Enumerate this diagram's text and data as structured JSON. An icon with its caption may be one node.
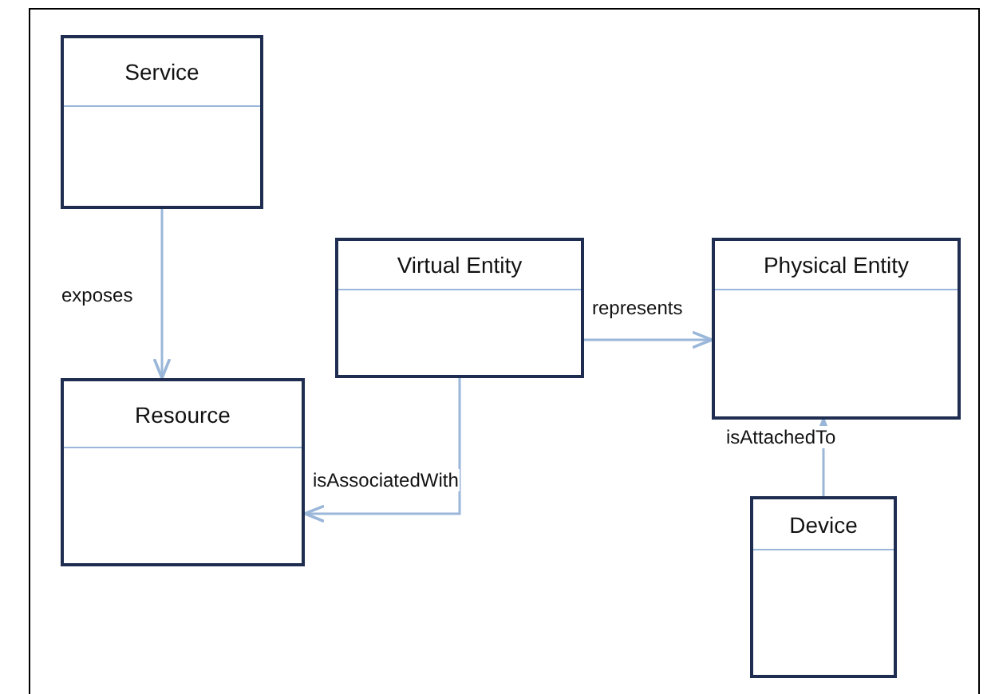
{
  "diagram": {
    "nodes": [
      {
        "text": [
          "Service"
        ]
      },
      {
        "text": [
          "Virtual Entity"
        ]
      },
      {
        "text": [
          "Physical Entity"
        ]
      },
      {
        "text": [
          "Resource"
        ]
      },
      {
        "text": [
          "Device"
        ]
      }
    ],
    "edges": [
      {
        "from": 0,
        "to": 3,
        "arrow": "to",
        "label": "exposes"
      },
      {
        "from": 1,
        "to": 2,
        "arrow": "to",
        "label": "represents"
      },
      {
        "from": 1,
        "to": 3,
        "arrow": "to",
        "label": "isAssociatedWith"
      },
      {
        "from": 4,
        "to": 2,
        "arrow": "to",
        "label": "isAttachedTo"
      }
    ]
  }
}
